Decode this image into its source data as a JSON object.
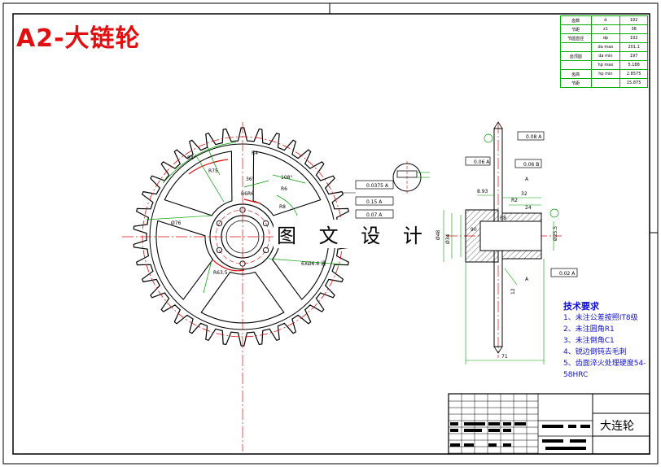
{
  "title": "A2-大链轮",
  "watermark": "图 文 设 计",
  "part_name": "大连轮",
  "tech": {
    "heading": "技术要求",
    "items": [
      "1、未注公差按照IT8级",
      "2、未注圆角R1",
      "3、未注倒角C1",
      "4、锐边倒钝去毛刺",
      "5、齿面淬火处理硬度54-58HRC"
    ]
  },
  "param_table": [
    [
      "齿数",
      "d",
      "192"
    ],
    [
      "节距",
      "z1",
      "38"
    ],
    [
      "节圆直径",
      "dp",
      "192"
    ],
    [
      "",
      "da max",
      "201.1"
    ],
    [
      "齿顶圆",
      "da min",
      "197"
    ],
    [
      "",
      "hp max",
      "5.188"
    ],
    [
      "齿高",
      "hp min",
      "2.8575"
    ],
    [
      "节距",
      "",
      "15.875"
    ]
  ],
  "dims": {
    "a36": "36°",
    "a108": "108°",
    "a54": "54°",
    "r4": "R4",
    "r6": "R6",
    "r8": "R8",
    "r6r6": "R6R6",
    "r75": "R75",
    "d76": "Ø76",
    "r15": "R63.5",
    "bolt": "6XØ6.6 通",
    "tol1": "0.0375 A",
    "tol2": "0.15 A",
    "tol3": "0.07 A",
    "tol4": "0.08 A",
    "tol5": "0.06 A",
    "tol6": "0.06 B",
    "tol7": "0.02 A",
    "w32": "32",
    "w24": "24",
    "b593": "8.93",
    "r2": "R2",
    "d48": "Ø48",
    "d34": "Ø34",
    "d253": "Ø25.5",
    "l71": "71",
    "d12": "12",
    "c90": "90",
    "r8b": "R8",
    "a1": "A",
    "a2": "A"
  }
}
